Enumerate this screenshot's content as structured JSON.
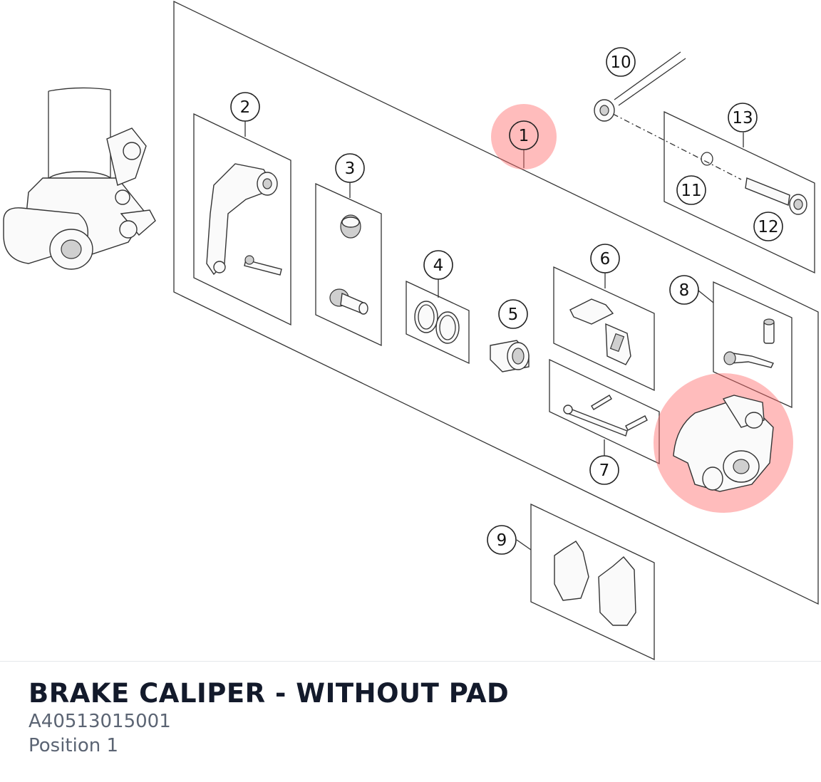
{
  "diagram": {
    "callouts": [
      "1",
      "2",
      "3",
      "4",
      "5",
      "6",
      "7",
      "8",
      "9",
      "10",
      "11",
      "12",
      "13"
    ],
    "highlighted_position": "1",
    "highlight_color": "#ff6b6b"
  },
  "part": {
    "title": "BRAKE CALIPER - WITHOUT PAD",
    "number": "A40513015001",
    "position": "Position 1"
  }
}
